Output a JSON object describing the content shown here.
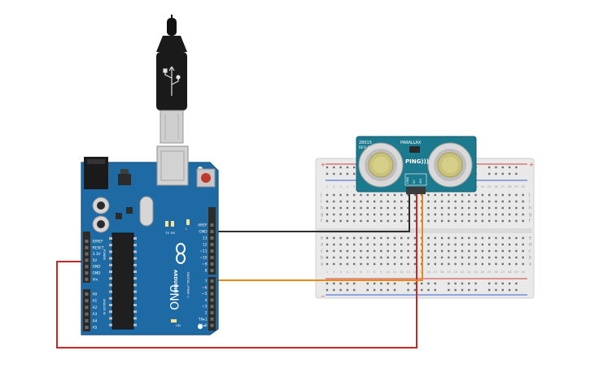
{
  "arduino": {
    "logo_text": "ARDUINO",
    "model": "UNO",
    "power_header": [
      "IOREF",
      "RESET",
      "3.3V",
      "5V",
      "GND",
      "GND",
      "Vin"
    ],
    "power_label": "POWER",
    "analog_header": [
      "A0",
      "A1",
      "A2",
      "A3",
      "A4",
      "A5"
    ],
    "analog_label": "ANALOG IN",
    "digital_top": [
      "AREF",
      "GND",
      "13",
      "12",
      "~11",
      "~10",
      "~9",
      "8"
    ],
    "digital_bottom": [
      "7",
      "~6",
      "~5",
      "4",
      "~3",
      "2",
      "TX▸1",
      "RX◂0"
    ],
    "digital_label": "DIGITAL (PWM~)",
    "led_labels": [
      "TX",
      "RX",
      "L"
    ],
    "on_label": "ON",
    "colors": {
      "board": "#1e6aa4",
      "board_edge": "#17557f",
      "header": "#2b2b2b"
    }
  },
  "sensor": {
    "part": "28015",
    "rev": "REV C",
    "brand": "PARALLAX",
    "name": "PING)))",
    "pins": [
      "GND",
      "5V",
      "SIG"
    ],
    "colors": {
      "pcb": "#1c7a8e",
      "transducer_ring": "#d9d9d9",
      "transducer_core": "#c9c27a"
    }
  },
  "breadboard": {
    "row_letters_top": [
      "j",
      "i",
      "h",
      "g",
      "f"
    ],
    "row_letters_bottom": [
      "e",
      "d",
      "c",
      "b",
      "a"
    ],
    "column_numbers": [
      "1",
      "2",
      "3",
      "4",
      "5",
      "6",
      "7",
      "8",
      "9",
      "10",
      "11",
      "12",
      "13",
      "14",
      "15",
      "16",
      "17",
      "18",
      "19",
      "20",
      "21",
      "22",
      "23",
      "24",
      "25",
      "26",
      "27",
      "28",
      "29",
      "30"
    ],
    "colors": {
      "body": "#e9e9e9",
      "hole": "#6e6e6e",
      "rail_red": "#d43a3a",
      "rail_blue": "#3a5fd4"
    }
  },
  "wires": [
    {
      "name": "gnd-wire",
      "from": "GND",
      "to": "GND",
      "color": "#2e2e2e"
    },
    {
      "name": "signal-wire",
      "from": "7",
      "to": "SIG",
      "color": "#e88a12"
    },
    {
      "name": "power-wire",
      "from": "5V",
      "to": "5V",
      "color": "#c62828"
    }
  ],
  "usb": {
    "color": "#111111"
  }
}
